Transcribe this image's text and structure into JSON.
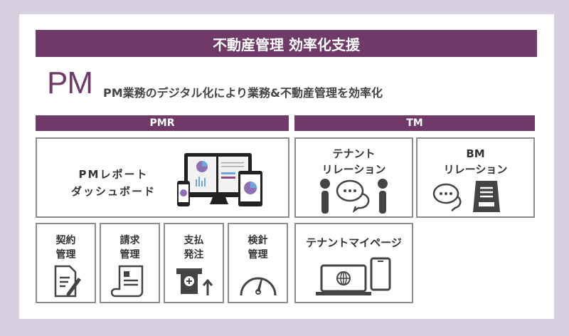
{
  "header": {
    "title": "不動産管理 効率化支援"
  },
  "intro": {
    "logo": "PM",
    "tagline": "PM業務のデジタル化により業務&不動産管理を効率化"
  },
  "sections": {
    "pmr": "PMR",
    "tm": "TM"
  },
  "pmr": {
    "dashboard": "PMレポート\nダッシュボード",
    "contract": "契約\n管理",
    "billing": "請求\n管理",
    "payment": "支払\n発注",
    "meter": "検針\n管理"
  },
  "tm": {
    "tenant_relation": "テナント\nリレーション",
    "bm_relation": "BM\nリレーション",
    "tenant_mypage": "テナントマイページ"
  },
  "colors": {
    "accent": "#6f3a67",
    "background": "#d6d0e0"
  }
}
